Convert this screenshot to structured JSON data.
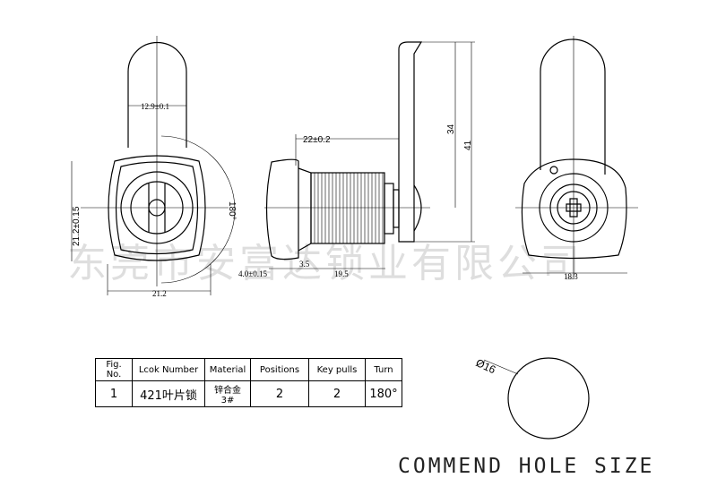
{
  "drawing": {
    "front_view": {
      "dim_cam_width": "12.9±0.1",
      "dim_height": "21.2±0.15",
      "dim_width": "21.2",
      "dim_angle": "180°"
    },
    "side_view": {
      "dim_length": "22±0.2",
      "dim_34": "34",
      "dim_41": "41",
      "dim_flange": "4.0±0.15",
      "dim_35": "3.5",
      "dim_195": "19.5"
    },
    "rear_view": {
      "dim_width": "18.3"
    },
    "hole": {
      "diameter_label": "Ø16",
      "caption": "COMMEND HOLE SIZE"
    },
    "watermark": "东莞市安富达锁业有限公司"
  },
  "table": {
    "headers": [
      "Fig. No.",
      "Lcok Number",
      "Material",
      "Positions",
      "Key pulls",
      "Turn"
    ],
    "rows": [
      [
        "1",
        "421叶片锁",
        "锌合金3#",
        "2",
        "2",
        "180°"
      ]
    ]
  }
}
